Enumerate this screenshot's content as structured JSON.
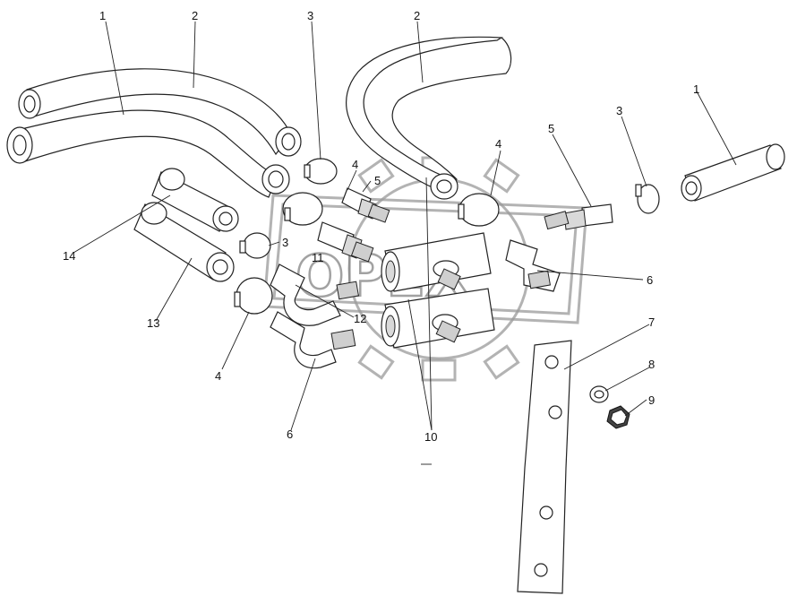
{
  "watermark": {
    "text": "OPEX"
  },
  "callouts": [
    {
      "id": "c1a",
      "label": "1"
    },
    {
      "id": "c2a",
      "label": "2"
    },
    {
      "id": "c3a",
      "label": "3"
    },
    {
      "id": "c2b",
      "label": "2"
    },
    {
      "id": "c1b",
      "label": "1"
    },
    {
      "id": "c3b",
      "label": "3"
    },
    {
      "id": "c4a",
      "label": "4"
    },
    {
      "id": "c5a",
      "label": "5"
    },
    {
      "id": "c4b",
      "label": "4"
    },
    {
      "id": "c5b",
      "label": "5"
    },
    {
      "id": "c3c",
      "label": "3"
    },
    {
      "id": "c11",
      "label": "11"
    },
    {
      "id": "c14",
      "label": "14"
    },
    {
      "id": "c13",
      "label": "13"
    },
    {
      "id": "c12",
      "label": "12"
    },
    {
      "id": "c6a",
      "label": "6"
    },
    {
      "id": "c7",
      "label": "7"
    },
    {
      "id": "c8",
      "label": "8"
    },
    {
      "id": "c9",
      "label": "9"
    },
    {
      "id": "c4c",
      "label": "4"
    },
    {
      "id": "c6b",
      "label": "6"
    },
    {
      "id": "c10",
      "label": "10"
    }
  ]
}
